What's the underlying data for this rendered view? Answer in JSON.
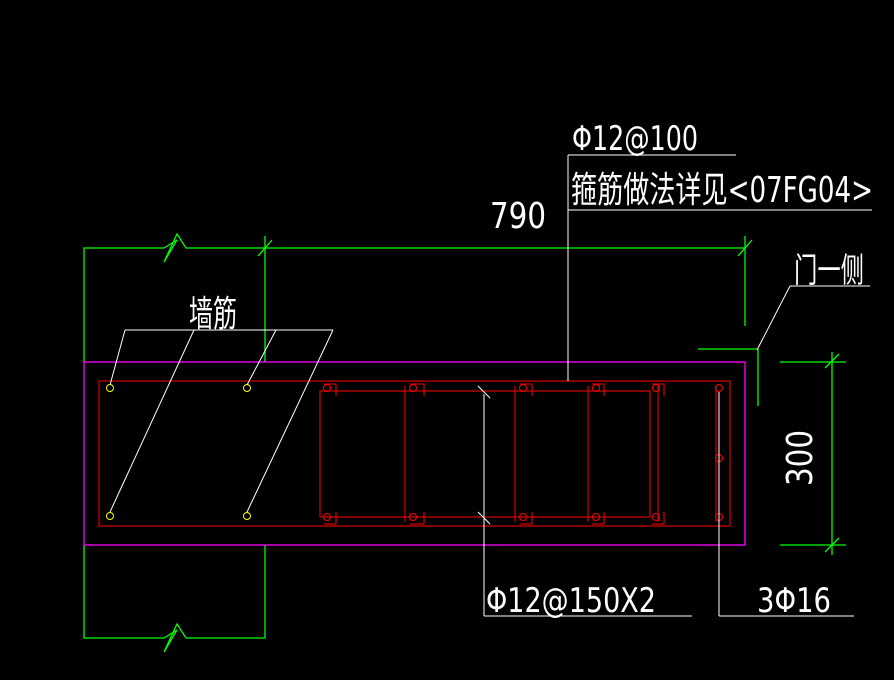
{
  "colors": {
    "background": "#000000",
    "wall": "#00ff00",
    "slab": "#ff00ff",
    "rebar": "#ff0000",
    "annotation": "#ffffff",
    "bar_dot": "#ffff00"
  },
  "labels": {
    "stirrup_spec": "Φ12@100",
    "stirrup_note": "箍筋做法详见<07FG04>",
    "overall_dim": "790",
    "door_side": "门一侧",
    "wall_rebar": "墙筋",
    "depth_dim": "300",
    "tie_spec": "Φ12@150X2",
    "main_bar_spec": "3Φ16"
  }
}
